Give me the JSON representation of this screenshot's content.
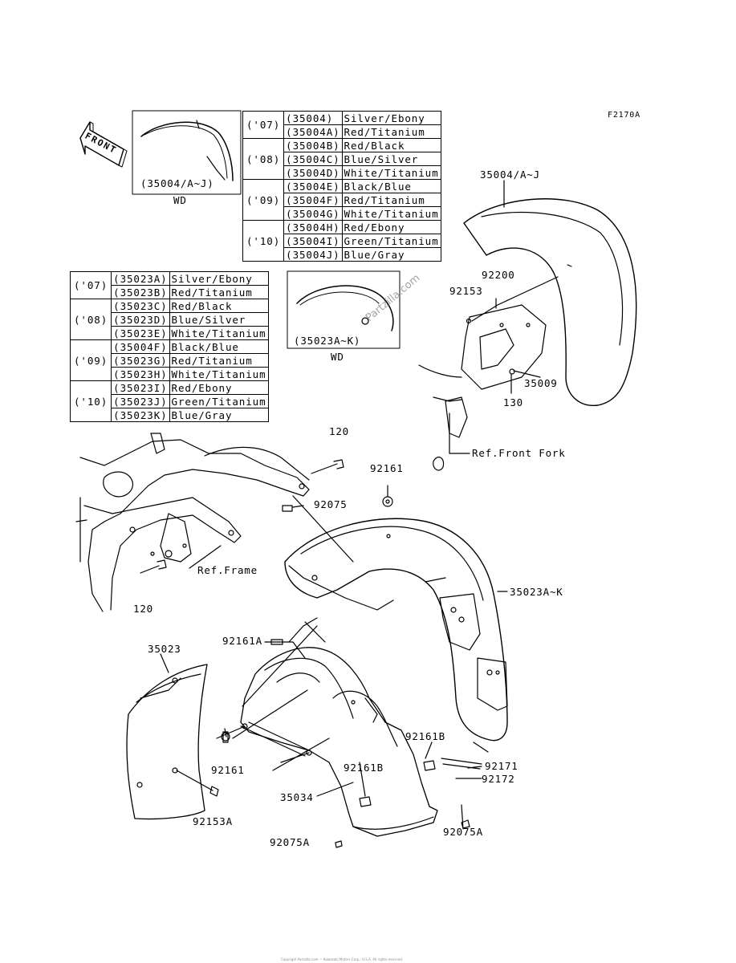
{
  "figure_code": "F2170A",
  "front_label": "FRONT",
  "watermark": "Partzilla.com",
  "inset_front": {
    "code": "(35004/A~J)",
    "sub": "WD"
  },
  "inset_rear": {
    "code": "(35023A~K)",
    "sub": "WD"
  },
  "front_table": {
    "groups": [
      {
        "year": "('07)",
        "rows": [
          [
            "(35004)",
            "Silver/Ebony"
          ],
          [
            "(35004A)",
            "Red/Titanium"
          ]
        ]
      },
      {
        "year": "('08)",
        "rows": [
          [
            "(35004B)",
            "Red/Black"
          ],
          [
            "(35004C)",
            "Blue/Silver"
          ],
          [
            "(35004D)",
            "White/Titanium"
          ]
        ]
      },
      {
        "year": "('09)",
        "rows": [
          [
            "(35004E)",
            "Black/Blue"
          ],
          [
            "(35004F)",
            "Red/Titanium"
          ],
          [
            "(35004G)",
            "White/Titanium"
          ]
        ]
      },
      {
        "year": "('10)",
        "rows": [
          [
            "(35004H)",
            "Red/Ebony"
          ],
          [
            "(35004I)",
            "Green/Titanium"
          ],
          [
            "(35004J)",
            "Blue/Gray"
          ]
        ]
      }
    ]
  },
  "rear_table": {
    "groups": [
      {
        "year": "('07)",
        "rows": [
          [
            "(35023A)",
            "Silver/Ebony"
          ],
          [
            "(35023B)",
            "Red/Titanium"
          ]
        ]
      },
      {
        "year": "('08)",
        "rows": [
          [
            "(35023C)",
            "Red/Black"
          ],
          [
            "(35023D)",
            "Blue/Silver"
          ],
          [
            "(35023E)",
            "White/Titanium"
          ]
        ]
      },
      {
        "year": "('09)",
        "rows": [
          [
            "(35004F)",
            "Black/Blue"
          ],
          [
            "(35023G)",
            "Red/Titanium"
          ],
          [
            "(35023H)",
            "White/Titanium"
          ]
        ]
      },
      {
        "year": "('10)",
        "rows": [
          [
            "(35023I)",
            "Red/Ebony"
          ],
          [
            "(35023J)",
            "Green/Titanium"
          ],
          [
            "(35023K)",
            "Blue/Gray"
          ]
        ]
      }
    ]
  },
  "callouts": {
    "c35004": "35004/A~J",
    "c92200": "92200",
    "c92153": "92153",
    "c35009": "35009",
    "c130": "130",
    "ref_front_fork": "Ref.Front Fork",
    "c120_top": "120",
    "c92161_top": "92161",
    "c92075": "92075",
    "ref_frame": "Ref.Frame",
    "c120_left": "120",
    "c35023A_K": "35023A~K",
    "c92161A": "92161A",
    "c35023": "35023",
    "c92161B_right": "92161B",
    "c92171": "92171",
    "c92172": "92172",
    "c92161_low": "92161",
    "c92161B_mid": "92161B",
    "c35034": "35034",
    "c92153A": "92153A",
    "c92075A_right": "92075A",
    "c92075A_left": "92075A"
  },
  "footer": "Copyright Partzilla.com — Kawasaki Motors Corp., U.S.A. All rights reserved."
}
